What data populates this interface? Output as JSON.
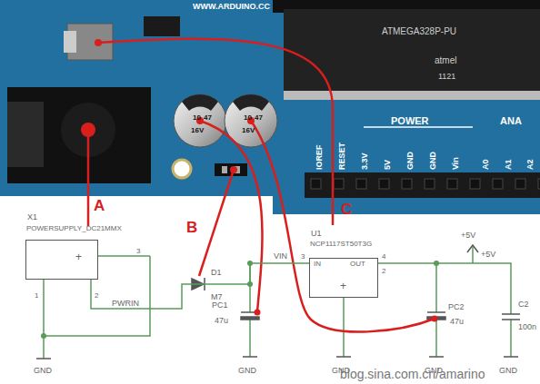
{
  "diagram": {
    "nodes": [
      {
        "text": [
          "X1",
          "POWERSUPPLY_DC21MMX",
          "+"
        ]
      },
      {
        "text": [
          "U1",
          "NCP1117ST50T3G",
          "IN",
          "OUT",
          "+"
        ]
      }
    ],
    "edges": [
      {
        "from": 0,
        "to": 1,
        "arrow": "none"
      }
    ],
    "labels": [
      "A",
      "B",
      "C",
      "WWW.ARDUINO.CC",
      "ATMEGA328P-PU",
      "atmel",
      "1121",
      "10",
      "47",
      "16V",
      "10",
      "47",
      "16V",
      "POWER",
      "IOREF",
      "RESET",
      "3.3V",
      "5V",
      "GND",
      "GND",
      "Vin",
      "A0",
      "A1",
      "A2",
      "ANA",
      "3",
      "1",
      "2",
      "PWRIN",
      "GND",
      "D1",
      "M7",
      "VIN",
      "PC1",
      "47u",
      "GND",
      "3",
      "4",
      "2",
      "GND",
      "+5V",
      "+5V",
      "PC2",
      "47u",
      "C2",
      "100n",
      "GND",
      "GND",
      "blog.sina.com.cn/amarino"
    ]
  }
}
